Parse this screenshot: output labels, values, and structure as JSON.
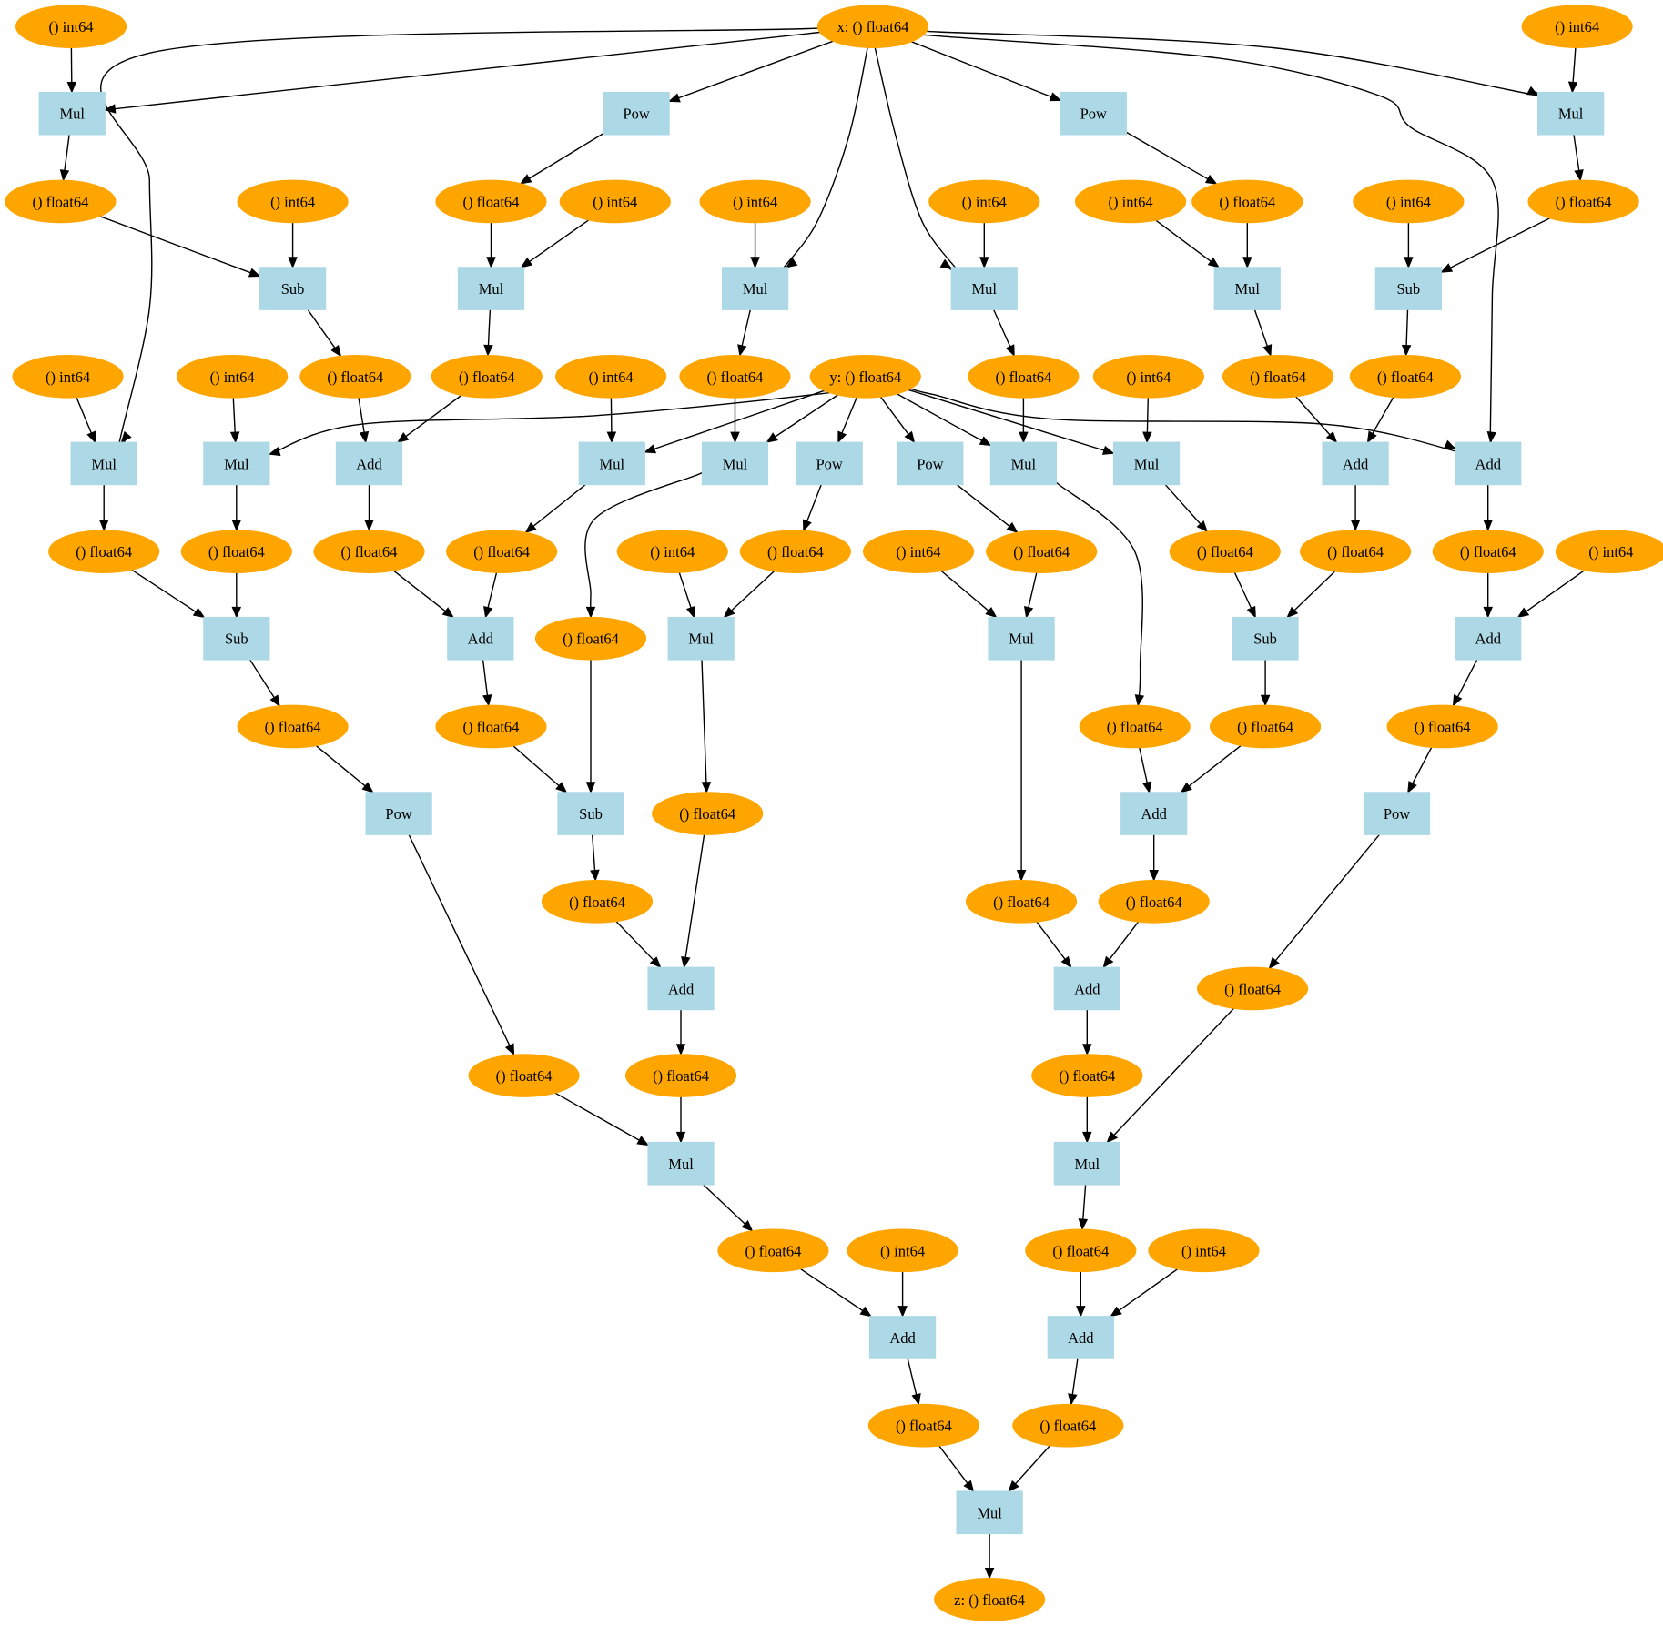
{
  "graph": {
    "var_color": "#ffa500",
    "op_color": "#add8e6",
    "variables": [
      {
        "id": "x",
        "label": "x: () float64"
      },
      {
        "id": "y",
        "label": "y: () float64"
      },
      {
        "id": "z",
        "label": "z: () float64"
      },
      {
        "id": "c1",
        "label": "() int64"
      },
      {
        "id": "c2",
        "label": "() int64"
      },
      {
        "id": "v1",
        "label": "() float64"
      },
      {
        "id": "c3",
        "label": "() int64"
      },
      {
        "id": "v2",
        "label": "() float64"
      },
      {
        "id": "c4",
        "label": "() int64"
      },
      {
        "id": "c5",
        "label": "() int64"
      },
      {
        "id": "c6",
        "label": "() int64"
      },
      {
        "id": "c7",
        "label": "() int64"
      },
      {
        "id": "v3",
        "label": "() float64"
      },
      {
        "id": "c8",
        "label": "() int64"
      },
      {
        "id": "v4",
        "label": "() float64"
      },
      {
        "id": "c9",
        "label": "() int64"
      },
      {
        "id": "c10",
        "label": "() int64"
      },
      {
        "id": "v5",
        "label": "() float64"
      },
      {
        "id": "v6",
        "label": "() float64"
      },
      {
        "id": "c11",
        "label": "() int64"
      },
      {
        "id": "v7",
        "label": "() float64"
      },
      {
        "id": "v8",
        "label": "() float64"
      },
      {
        "id": "c12",
        "label": "() int64"
      },
      {
        "id": "v9",
        "label": "() float64"
      },
      {
        "id": "v10",
        "label": "() float64"
      },
      {
        "id": "v11",
        "label": "() float64"
      },
      {
        "id": "v12",
        "label": "() float64"
      },
      {
        "id": "v13",
        "label": "() float64"
      },
      {
        "id": "v14",
        "label": "() float64"
      },
      {
        "id": "c13",
        "label": "() int64"
      },
      {
        "id": "v15",
        "label": "() float64"
      },
      {
        "id": "c14",
        "label": "() int64"
      },
      {
        "id": "v16",
        "label": "() float64"
      },
      {
        "id": "v17",
        "label": "() float64"
      },
      {
        "id": "v18",
        "label": "() float64"
      },
      {
        "id": "c15",
        "label": "() int64"
      },
      {
        "id": "v19",
        "label": "() float64"
      },
      {
        "id": "v20",
        "label": "() float64"
      },
      {
        "id": "v21",
        "label": "() float64"
      },
      {
        "id": "v22",
        "label": "() float64"
      },
      {
        "id": "v23",
        "label": "() float64"
      },
      {
        "id": "v24",
        "label": "() float64"
      },
      {
        "id": "v25",
        "label": "() float64"
      },
      {
        "id": "v26",
        "label": "() float64"
      },
      {
        "id": "v27",
        "label": "() float64"
      },
      {
        "id": "v28",
        "label": "() float64"
      },
      {
        "id": "v29",
        "label": "() float64"
      },
      {
        "id": "v30",
        "label": "() float64"
      },
      {
        "id": "v31",
        "label": "() float64"
      },
      {
        "id": "v32",
        "label": "() float64"
      },
      {
        "id": "v33",
        "label": "() float64"
      },
      {
        "id": "v34",
        "label": "() float64"
      },
      {
        "id": "c16",
        "label": "() int64"
      },
      {
        "id": "v35",
        "label": "() float64"
      },
      {
        "id": "c17",
        "label": "() int64"
      },
      {
        "id": "v36",
        "label": "() float64"
      },
      {
        "id": "v37",
        "label": "() float64"
      }
    ],
    "operations": [
      {
        "id": "o1",
        "label": "Mul"
      },
      {
        "id": "o2",
        "label": "Pow"
      },
      {
        "id": "o3",
        "label": "Pow"
      },
      {
        "id": "o4",
        "label": "Mul"
      },
      {
        "id": "o5",
        "label": "Sub"
      },
      {
        "id": "o6",
        "label": "Mul"
      },
      {
        "id": "o7",
        "label": "Mul"
      },
      {
        "id": "o8",
        "label": "Mul"
      },
      {
        "id": "o9",
        "label": "Mul"
      },
      {
        "id": "o10",
        "label": "Sub"
      },
      {
        "id": "o11",
        "label": "Mul"
      },
      {
        "id": "o12",
        "label": "Mul"
      },
      {
        "id": "o13",
        "label": "Add"
      },
      {
        "id": "o14",
        "label": "Mul"
      },
      {
        "id": "o15",
        "label": "Mul"
      },
      {
        "id": "o16",
        "label": "Pow"
      },
      {
        "id": "o17",
        "label": "Pow"
      },
      {
        "id": "o18",
        "label": "Mul"
      },
      {
        "id": "o19",
        "label": "Mul"
      },
      {
        "id": "o20",
        "label": "Add"
      },
      {
        "id": "o21",
        "label": "Add"
      },
      {
        "id": "o22",
        "label": "Sub"
      },
      {
        "id": "o23",
        "label": "Add"
      },
      {
        "id": "o24",
        "label": "Mul"
      },
      {
        "id": "o25",
        "label": "Mul"
      },
      {
        "id": "o26",
        "label": "Sub"
      },
      {
        "id": "o27",
        "label": "Add"
      },
      {
        "id": "o28",
        "label": "Pow"
      },
      {
        "id": "o29",
        "label": "Sub"
      },
      {
        "id": "o30",
        "label": "Add"
      },
      {
        "id": "o31",
        "label": "Pow"
      },
      {
        "id": "o32",
        "label": "Add"
      },
      {
        "id": "o33",
        "label": "Add"
      },
      {
        "id": "o34",
        "label": "Mul"
      },
      {
        "id": "o35",
        "label": "Mul"
      },
      {
        "id": "o36",
        "label": "Add"
      },
      {
        "id": "o37",
        "label": "Add"
      },
      {
        "id": "o38",
        "label": "Mul"
      }
    ],
    "edges": [
      [
        "c1",
        "o1"
      ],
      [
        "x",
        "o1"
      ],
      [
        "x",
        "o2"
      ],
      [
        "x",
        "o3"
      ],
      [
        "c2",
        "o4"
      ],
      [
        "x",
        "o4"
      ],
      [
        "o1",
        "v1"
      ],
      [
        "v1",
        "o5"
      ],
      [
        "c3",
        "o5"
      ],
      [
        "o2",
        "v2"
      ],
      [
        "v2",
        "o6"
      ],
      [
        "c4",
        "o6"
      ],
      [
        "c5",
        "o7"
      ],
      [
        "x",
        "o7"
      ],
      [
        "x",
        "o8"
      ],
      [
        "c6",
        "o8"
      ],
      [
        "c7",
        "o9"
      ],
      [
        "o3",
        "v3"
      ],
      [
        "v3",
        "o9"
      ],
      [
        "c8",
        "o10"
      ],
      [
        "o4",
        "v4"
      ],
      [
        "v4",
        "o10"
      ],
      [
        "o5",
        "v5"
      ],
      [
        "o6",
        "v6"
      ],
      [
        "o7",
        "v7"
      ],
      [
        "o8",
        "v8"
      ],
      [
        "o9",
        "v9"
      ],
      [
        "o10",
        "v10"
      ],
      [
        "c9",
        "o11"
      ],
      [
        "x",
        "o11"
      ],
      [
        "c10",
        "o12"
      ],
      [
        "y",
        "o12"
      ],
      [
        "v5",
        "o13"
      ],
      [
        "v6",
        "o13"
      ],
      [
        "c11",
        "o14"
      ],
      [
        "y",
        "o14"
      ],
      [
        "y",
        "o15"
      ],
      [
        "v7",
        "o15"
      ],
      [
        "y",
        "o16"
      ],
      [
        "y",
        "o17"
      ],
      [
        "y",
        "o18"
      ],
      [
        "v8",
        "o18"
      ],
      [
        "y",
        "o19"
      ],
      [
        "c12",
        "o19"
      ],
      [
        "v9",
        "o20"
      ],
      [
        "v10",
        "o20"
      ],
      [
        "y",
        "o21"
      ],
      [
        "x",
        "o21"
      ],
      [
        "o11",
        "v11"
      ],
      [
        "o12",
        "v12"
      ],
      [
        "o13",
        "v13"
      ],
      [
        "o14",
        "v14"
      ],
      [
        "o15",
        "v15"
      ],
      [
        "o16",
        "v16"
      ],
      [
        "o17",
        "v17"
      ],
      [
        "o18",
        "v18"
      ],
      [
        "o19",
        "v19"
      ],
      [
        "o20",
        "v20"
      ],
      [
        "o21",
        "v21"
      ],
      [
        "v11",
        "o22"
      ],
      [
        "v12",
        "o22"
      ],
      [
        "v13",
        "o23"
      ],
      [
        "v14",
        "o23"
      ],
      [
        "c14",
        "o24"
      ],
      [
        "v16",
        "o24"
      ],
      [
        "c15",
        "o25"
      ],
      [
        "v17",
        "o25"
      ],
      [
        "v19",
        "o26"
      ],
      [
        "v20",
        "o26"
      ],
      [
        "v21",
        "o27"
      ],
      [
        "c13",
        "o27"
      ],
      [
        "o22",
        "v22"
      ],
      [
        "o23",
        "v23"
      ],
      [
        "o24",
        "v24"
      ],
      [
        "o26",
        "v25"
      ],
      [
        "o27",
        "v26"
      ],
      [
        "v22",
        "o28"
      ],
      [
        "v23",
        "o29"
      ],
      [
        "v15",
        "o29"
      ],
      [
        "v18",
        "o30"
      ],
      [
        "v25",
        "o30"
      ],
      [
        "v26",
        "o31"
      ],
      [
        "o29",
        "v27"
      ],
      [
        "o25",
        "v28"
      ],
      [
        "o30",
        "v29"
      ],
      [
        "o31",
        "v30"
      ],
      [
        "v27",
        "o32"
      ],
      [
        "v24",
        "o32"
      ],
      [
        "v28",
        "o33"
      ],
      [
        "v29",
        "o33"
      ],
      [
        "o28",
        "v31"
      ],
      [
        "o32",
        "v32"
      ],
      [
        "o33",
        "v33"
      ],
      [
        "v31",
        "o34"
      ],
      [
        "v32",
        "o34"
      ],
      [
        "v33",
        "o35"
      ],
      [
        "v30",
        "o35"
      ],
      [
        "o34",
        "v34"
      ],
      [
        "o35",
        "v35"
      ],
      [
        "v34",
        "o36"
      ],
      [
        "c16",
        "o36"
      ],
      [
        "v35",
        "o37"
      ],
      [
        "c17",
        "o37"
      ],
      [
        "o36",
        "v36"
      ],
      [
        "o37",
        "v37"
      ],
      [
        "v36",
        "o38"
      ],
      [
        "v37",
        "o38"
      ],
      [
        "o38",
        "z"
      ]
    ]
  }
}
